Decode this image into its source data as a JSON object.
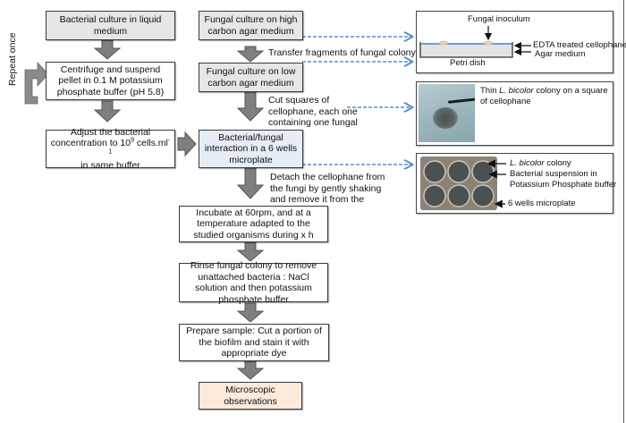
{
  "left_column": {
    "bacterial_culture": "Bacterial culture in liquid medium",
    "centrifuge": "Centrifuge and suspend pellet in  0.1 M potassium phosphate  buffer (pH 5.8)",
    "adjust_line1": "Adjust the bacterial",
    "adjust_line2_pre": "concentration to 10",
    "adjust_exp": "9",
    "adjust_line2_mid": " cells.ml",
    "adjust_unit_exp": "-1",
    "adjust_line3": "in same buffer",
    "repeat_label": "Repeat once"
  },
  "middle_column": {
    "fungal_high": "Fungal culture on high carbon agar medium",
    "transfer_note": "Transfer fragments of fungal colony",
    "fungal_low": "Fungal culture on low carbon agar medium",
    "cut_note": "Cut squares of cellophane, each one containing one fungal colony",
    "interaction": "Bacterial/fungal interaction in a 6 wells microplate",
    "detach_note": "Detach the cellophane from the fungi by gently shaking and remove it from the wells",
    "incubate": "Incubate at 60rpm, and at a temperature adapted to the studied organisms during x h",
    "rinse": "Rinse fungal colony to remove unattached bacteria : NaCl solution and then potassium phosphate buffer",
    "prepare": "Prepare sample: Cut a portion of the biofilm and stain it with appropriate dye",
    "microscopic": "Microscopic observations"
  },
  "panels": {
    "petri": {
      "fungal_inoculum": "Fungal inoculum",
      "cellophane": "EDTA treated cellophane",
      "agar": "Agar medium",
      "petri_dish": "Petri dish"
    },
    "colony": {
      "text_pre": "Thin ",
      "species": "L. bicolor",
      "text_post": " colony on a square",
      "text_line2": "of cellophane"
    },
    "microplate": {
      "species": "L. bicolor",
      "colony": " colony",
      "suspension_line1": "Bacterial suspension in",
      "suspension_line2": "Potassium Phosphate buffer",
      "plate": "6 wells microplate"
    }
  },
  "colors": {
    "gray_box": "#e6e6e6",
    "blue_box": "#e6edf5",
    "peach_box": "#fdeadb",
    "arrow_fill": "#7f7f7f",
    "dashed_arrow": "#5b8fd0",
    "cellophane": "#6a9fd8",
    "agar": "#e3e3e3"
  }
}
